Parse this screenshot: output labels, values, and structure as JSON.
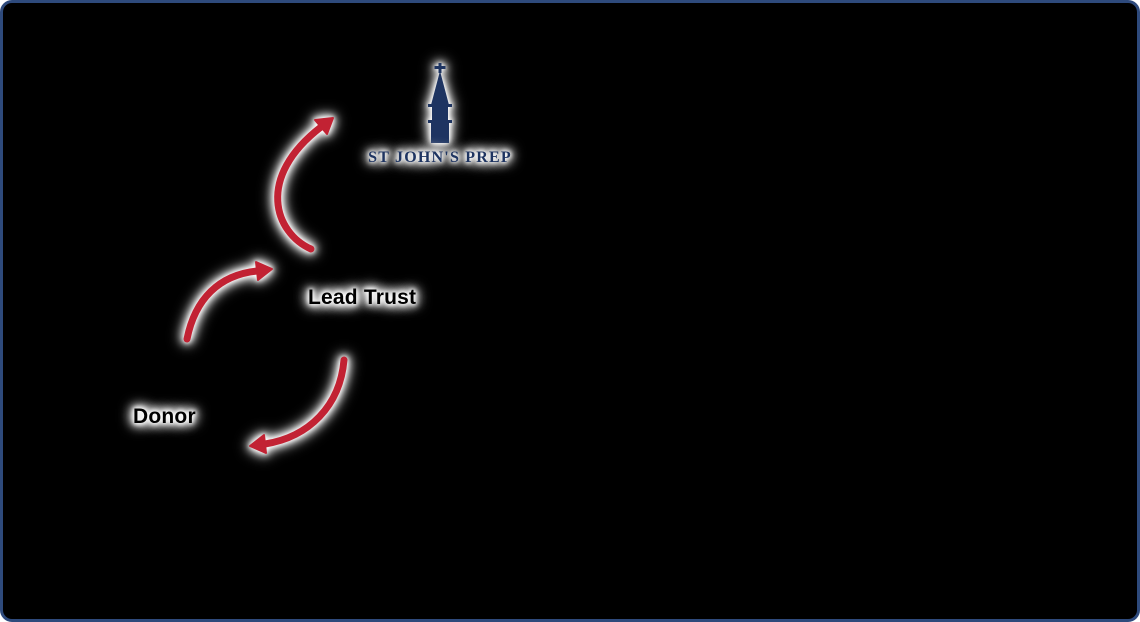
{
  "colors": {
    "page": "#ffffff",
    "background": "#000000",
    "border": "#2e4a7c",
    "arrow": "#c22233",
    "logo": "#1e3461",
    "label": "#000000"
  },
  "logo": {
    "text": "ST JOHN'S PREP"
  },
  "nodes": {
    "lead_trust": {
      "label": "Lead Trust"
    },
    "donor": {
      "label": "Donor"
    }
  },
  "arrows": {
    "items": [
      {
        "id": "lead-trust-to-school",
        "from": "Lead Trust",
        "to": "St. John's Prep"
      },
      {
        "id": "donor-to-lead-trust",
        "from": "Donor",
        "to": "Lead Trust"
      },
      {
        "id": "lead-trust-to-donor",
        "from": "Lead Trust",
        "to": "Donor"
      }
    ]
  }
}
